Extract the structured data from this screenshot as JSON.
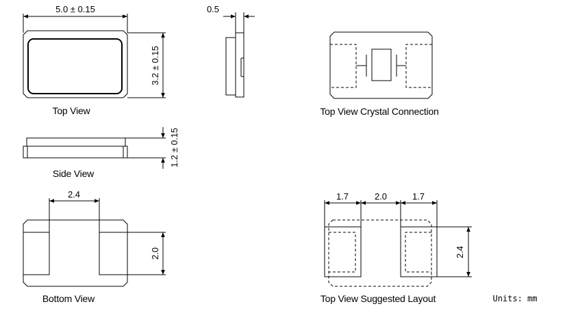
{
  "captions": {
    "top_view": "Top View",
    "side_view": "Side View",
    "bottom_view": "Bottom View",
    "crystal_connection": "Top View Crystal Connection",
    "suggested_layout": "Top View Suggested Layout"
  },
  "dimensions": {
    "length": "5.0 ± 0.15",
    "width": "3.2 ± 0.15",
    "height": "1.2 ± 0.15",
    "side_thickness": "0.5",
    "pad_gap": "2.4",
    "pad_height": "2.0",
    "layout_pad_width_left": "1.7",
    "layout_pad_gap": "2.0",
    "layout_pad_width_right": "1.7",
    "layout_pad_height": "2.4"
  },
  "units": "Units: mm"
}
